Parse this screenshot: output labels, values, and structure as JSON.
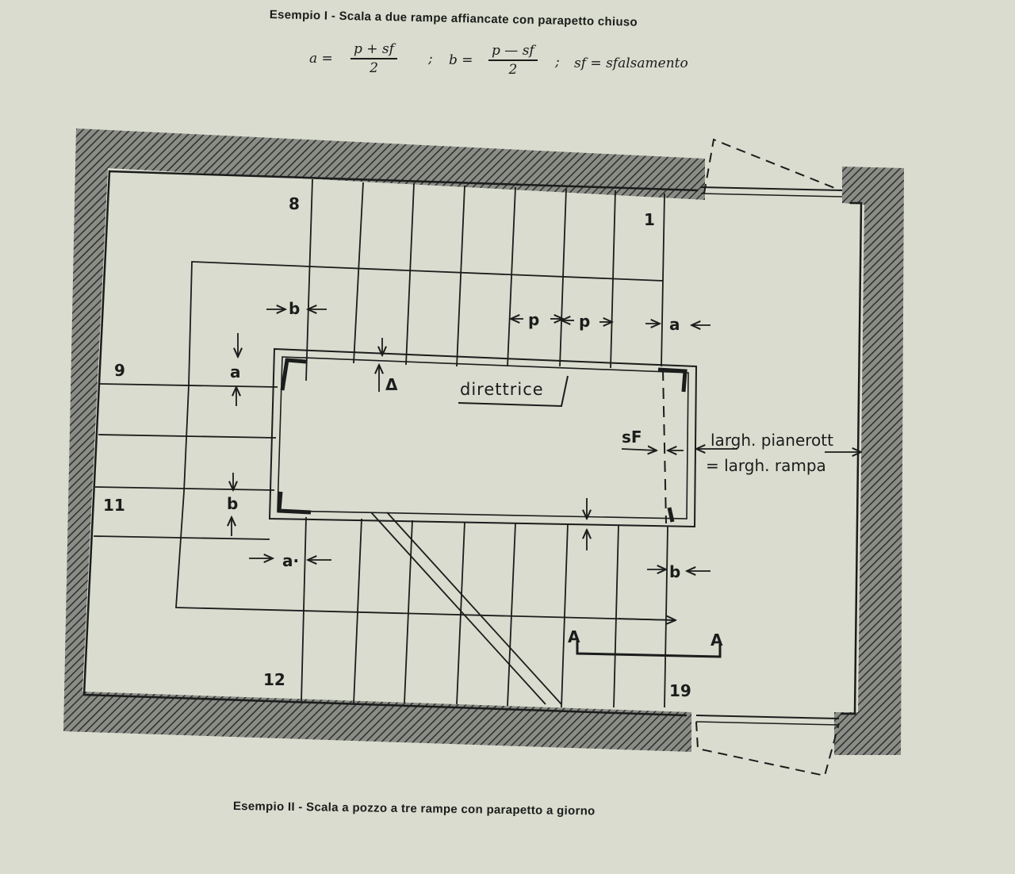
{
  "caption_top": "Esempio I - Scala a due rampe affiancate con parapetto chiuso",
  "caption_bottom": "Esempio II - Scala a pozzo a tre rampe con parapetto a giorno",
  "formula": {
    "a_lhs": "a =",
    "a_num": "p + sf",
    "a_den": "2",
    "sep1": ";",
    "b_lhs": "b =",
    "b_num": "p — sf",
    "b_den": "2",
    "sep2": ";",
    "sf_def": "sf = sfalsamento"
  },
  "drawing": {
    "step_numbers": {
      "s1": "1",
      "s8": "8",
      "s9": "9",
      "s11": "11",
      "s12": "12",
      "s19": "19"
    },
    "dims": {
      "b": "b",
      "a": "a",
      "p": "p",
      "a_dot": "a·",
      "sf": "sF"
    },
    "delta": "Δ",
    "guide_label": "direttrice",
    "landing_label_1": "largh. pianerott",
    "landing_label_2": "= largh. rampa",
    "section_left": "A",
    "section_right": "A"
  },
  "colors": {
    "paper": "#d9dcce",
    "ink": "#1b1d1c",
    "wall_hatch": "#3a3b3a"
  }
}
